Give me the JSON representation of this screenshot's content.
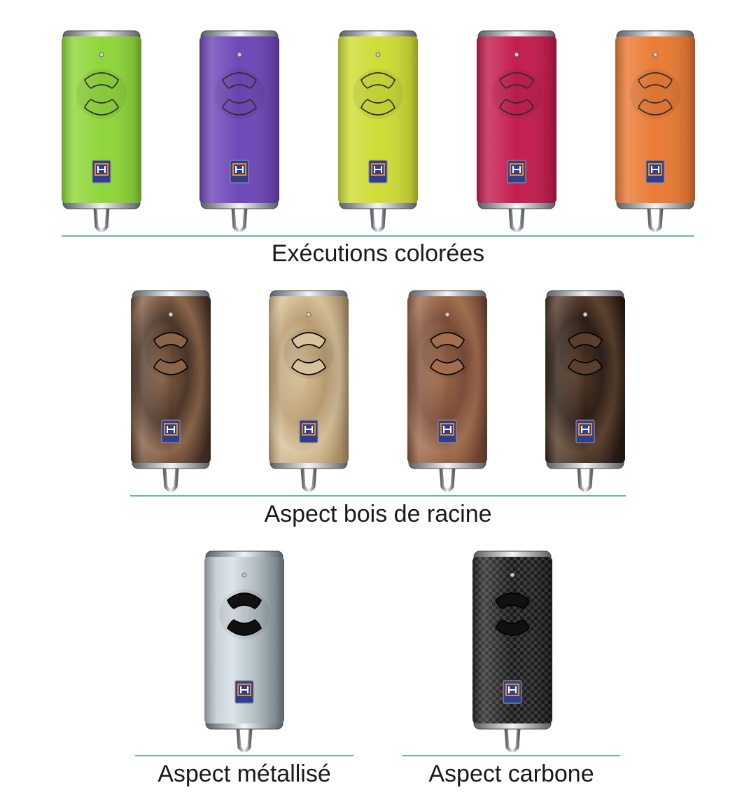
{
  "sections": {
    "colored": {
      "caption": "Exécutions colorées",
      "remotes": [
        {
          "name": "green",
          "finish": "solid",
          "color": "#8fd63a"
        },
        {
          "name": "purple",
          "finish": "solid",
          "color": "#6e48b8"
        },
        {
          "name": "lime",
          "finish": "solid",
          "color": "#cfdc36"
        },
        {
          "name": "raspberry",
          "finish": "solid",
          "color": "#c41e4f"
        },
        {
          "name": "orange",
          "finish": "solid",
          "color": "#ea7b35"
        }
      ]
    },
    "wood": {
      "caption": "Aspect bois de racine",
      "remotes": [
        {
          "name": "dark-burl",
          "finish": "wood",
          "color": "#4a3326",
          "accent": "#8a6448"
        },
        {
          "name": "light-burl",
          "finish": "wood",
          "color": "#b99b6e",
          "accent": "#d8c29a"
        },
        {
          "name": "red-burl",
          "finish": "wood",
          "color": "#7a4a34",
          "accent": "#a36e4e"
        },
        {
          "name": "black-burl",
          "finish": "wood",
          "color": "#2a1b13",
          "accent": "#5a3f2c"
        }
      ]
    },
    "metallic": {
      "caption": "Aspect métallisé",
      "remotes": [
        {
          "name": "brushed-steel",
          "finish": "metal",
          "color": "#aab6be",
          "accent": "#dbe3e8"
        }
      ]
    },
    "carbon": {
      "caption": "Aspect carbone",
      "remotes": [
        {
          "name": "carbon",
          "finish": "carbon",
          "color": "#1a1a1a",
          "accent": "#3a3a3a"
        }
      ]
    }
  },
  "colors": {
    "rule": "#6fb0bf",
    "chrome_light": "#f2f4f5",
    "chrome_dark": "#5c6166",
    "logo_blue": "#2f3f8f",
    "logo_orange": "#e88a2a"
  }
}
